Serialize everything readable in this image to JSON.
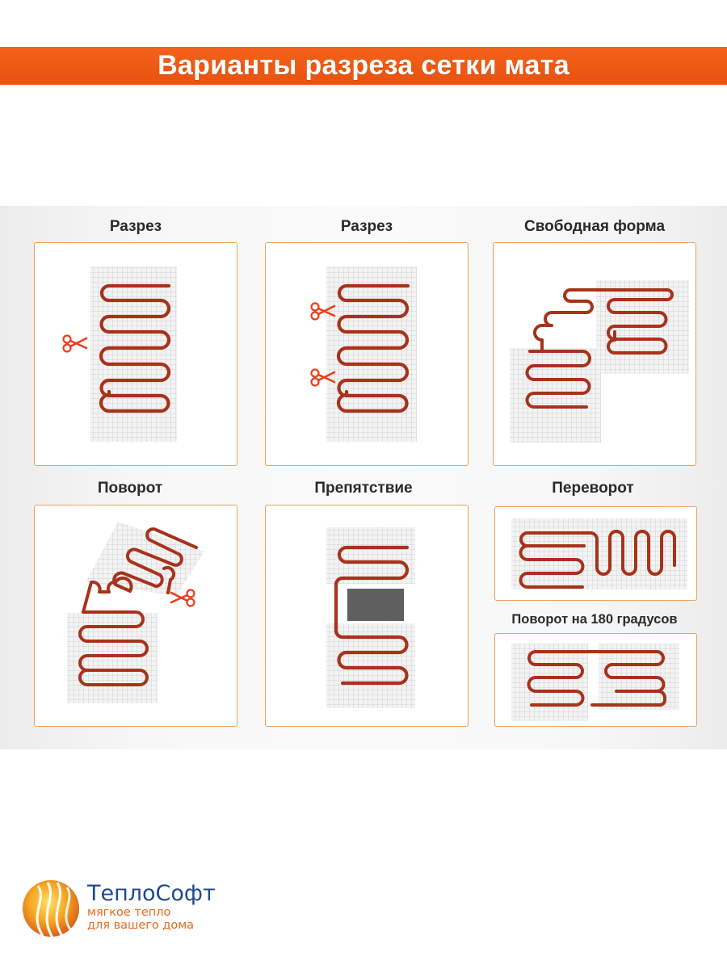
{
  "header": {
    "title": "Варианты разреза сетки мата"
  },
  "colors": {
    "banner": "#ee5a14",
    "cable": "#a8321b",
    "scissors": "#e8401c",
    "panel_border": "#eba15f",
    "obstacle": "#5f5f5f"
  },
  "variants": [
    {
      "label": "Разрез",
      "icon": "scissors-icon"
    },
    {
      "label": "Разрез",
      "icon": "scissors-icon"
    },
    {
      "label": "Свободная форма"
    },
    {
      "label": "Поворот",
      "icon": "scissors-icon"
    },
    {
      "label": "Препятствие"
    },
    {
      "label": "Переворот"
    },
    {
      "label": "Поворот на 180 градусов"
    }
  ],
  "logo": {
    "name": "ТеплоСофт",
    "tagline_line1": "мягкое тепло",
    "tagline_line2": "для вашего дома",
    "icon": "sun-swirl-logo-icon"
  }
}
